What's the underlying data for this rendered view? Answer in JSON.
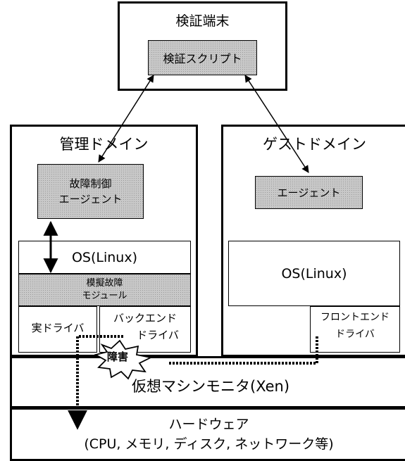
{
  "verification_terminal": {
    "title": "検証端末",
    "script_box": "検証スクリプト"
  },
  "management_domain": {
    "title": "管理ドメイン",
    "fault_control_agent": [
      "故障制御",
      "エージェント"
    ],
    "os": "OS(Linux)",
    "fault_emulation_module": [
      "模擬故障",
      "モジュール"
    ],
    "real_driver": "実ドライバ",
    "backend_driver": [
      "バックエンド",
      "ドライバ"
    ]
  },
  "guest_domain": {
    "title": "ゲストドメイン",
    "agent": "エージェント",
    "os": "OS(Linux)",
    "frontend_driver": [
      "フロントエンド",
      "ドライバ"
    ]
  },
  "fault_label": "障害",
  "vmm": "仮想マシンモニタ(Xen)",
  "hardware": {
    "title": "ハードウェア",
    "subtitle": "(CPU, メモリ, ディスク, ネットワーク等)"
  }
}
